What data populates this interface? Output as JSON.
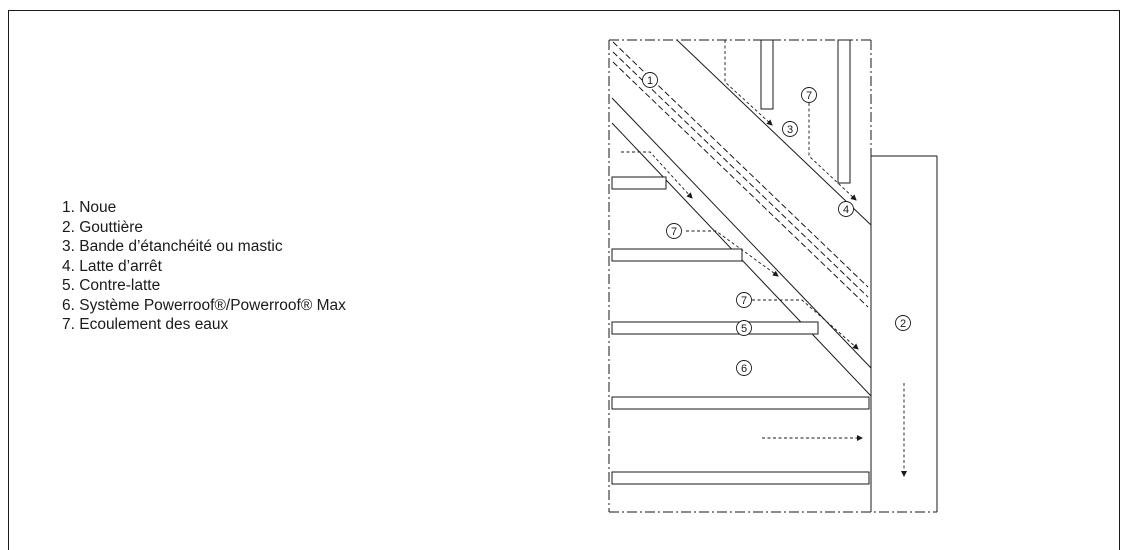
{
  "legend": {
    "items": [
      "1. Noue",
      "2. Gouttière",
      "3. Bande d’étanchéité ou mastic",
      "4. Latte d’arrêt",
      "5. Contre-latte",
      "6. Système Powerroof®/Powerroof® Max",
      "7. Ecoulement des eaux"
    ]
  },
  "callouts": {
    "noue": "1",
    "gouttiere": "2",
    "bande": "3",
    "latte_arret": "4",
    "contre_latte": "5",
    "systeme": "6",
    "ecoulement": "7"
  },
  "colors": {
    "line": "#1a1a1a",
    "background": "#ffffff"
  }
}
